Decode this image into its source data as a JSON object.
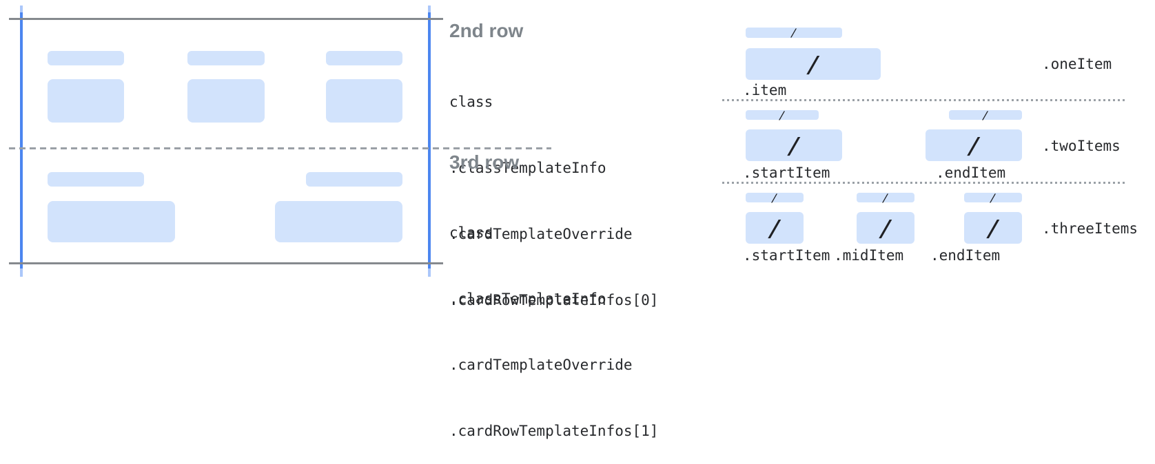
{
  "colors": {
    "field_fill": "#d2e3fc",
    "guide_blue": "#4c86f0",
    "guide_blue_light": "#abc7fa",
    "line_gray": "#85898e",
    "dotted_gray": "#9aa0a6",
    "heading_gray": "#7e858b",
    "code_text": "#27292c"
  },
  "glyphs": {
    "slash": "/"
  },
  "annotations": {
    "row2": {
      "title": "2nd row",
      "lines": [
        "class",
        ".classTemplateInfo",
        ".cardTemplateOverride",
        ".cardRowTemplateInfos[0]"
      ]
    },
    "row3": {
      "title": "3rd row",
      "lines": [
        "class",
        ".classTemplateInfo",
        ".cardTemplateOverride",
        ".cardRowTemplateInfos[1]"
      ]
    }
  },
  "diagram": {
    "sections": [
      {
        "label": ".oneItem",
        "item_labels": [
          ".item"
        ]
      },
      {
        "label": ".twoItems",
        "item_labels": [
          ".startItem",
          ".endItem"
        ]
      },
      {
        "label": ".threeItems",
        "item_labels": [
          ".startItem",
          ".midItem",
          ".endItem"
        ]
      }
    ]
  }
}
